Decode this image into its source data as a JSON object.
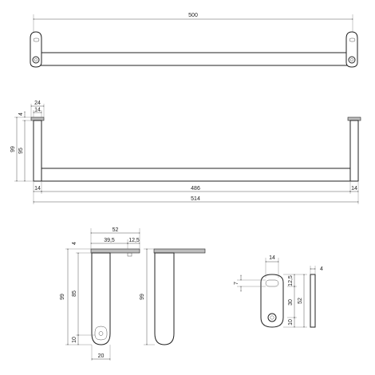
{
  "drawing": {
    "top_view": {
      "overall_length": "500"
    },
    "front_view": {
      "flange_width": "24",
      "post_width": "14",
      "flange_thickness": "4",
      "overall_height": "99",
      "post_height": "95",
      "left_offset": "14",
      "bar_span": "486",
      "right_offset": "14",
      "overall_width": "514"
    },
    "bracket_front": {
      "width": "52",
      "left_part": "39,5",
      "right_part": "12,5",
      "plate_thickness": "4",
      "height": "99",
      "stem_height": "85",
      "bottom_offset": "10",
      "stem_width": "20"
    },
    "bracket_side": {
      "height": "99"
    },
    "plate_detail": {
      "width": "14",
      "slot_height": "7",
      "thickness": "4",
      "top_offset": "12,5",
      "hole_spacing": "30",
      "total_height": "52",
      "bottom_offset": "10"
    }
  }
}
